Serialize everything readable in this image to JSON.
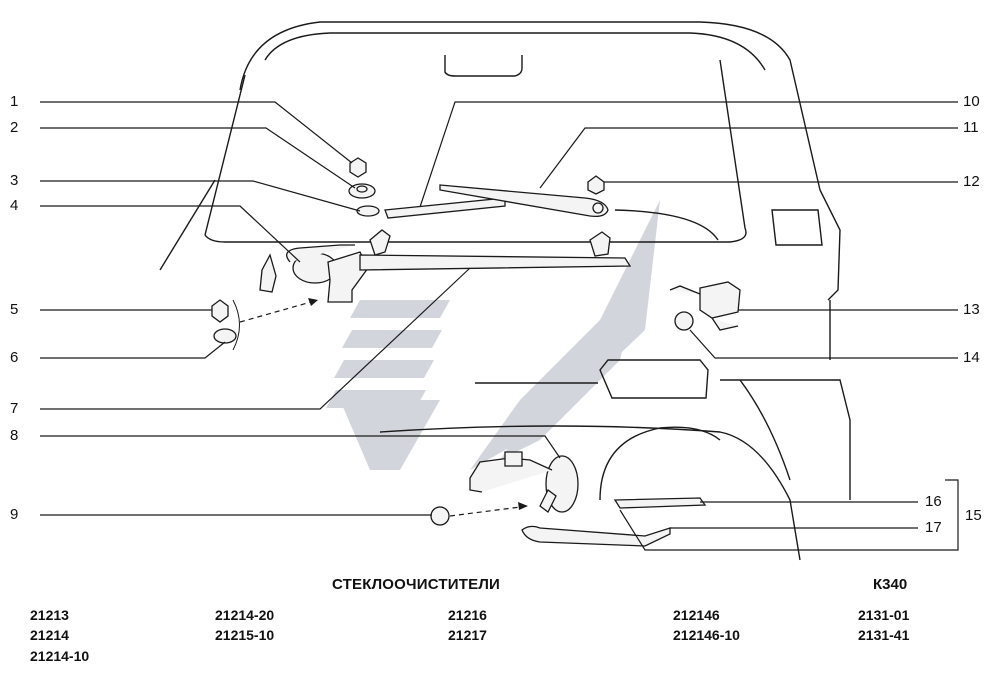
{
  "title": "СТЕКЛООЧИСТИТЕЛИ",
  "diagram_code": "К340",
  "callouts": [
    "1",
    "2",
    "3",
    "4",
    "5",
    "6",
    "7",
    "8",
    "9",
    "10",
    "11",
    "12",
    "13",
    "14",
    "15",
    "16",
    "17"
  ],
  "models": [
    [
      "21213",
      "21214",
      "21214-10"
    ],
    [
      "21214-20",
      "21215-10"
    ],
    [
      "21216",
      "21217"
    ],
    [
      "212146",
      "212146-10"
    ],
    [
      "2131-01",
      "2131-41"
    ]
  ],
  "colors": {
    "line": "#1a1a1a",
    "watermark": "#d3d5dc"
  }
}
